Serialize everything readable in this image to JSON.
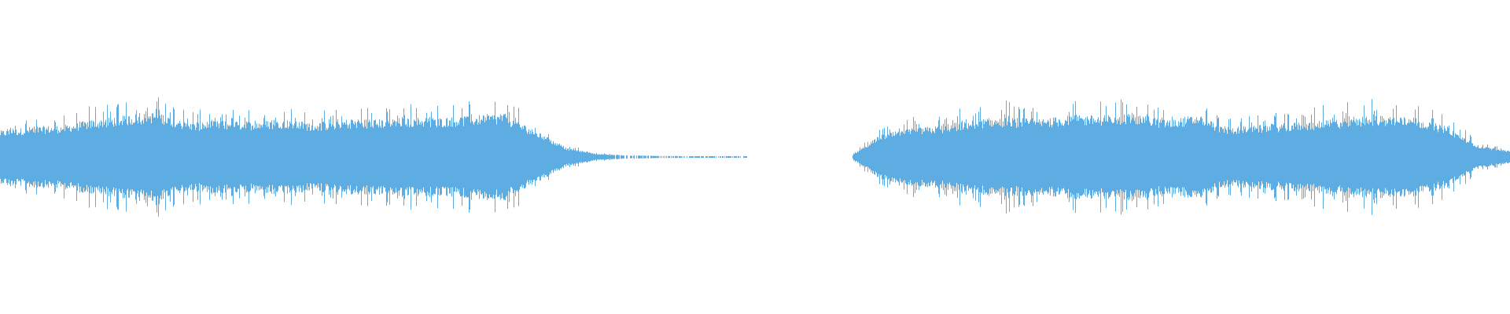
{
  "chart_data": {
    "type": "area",
    "title": "",
    "xlabel": "",
    "ylabel": "",
    "grid": false,
    "legend": "none",
    "color": "#5DADE2",
    "background": "#FFFFFF",
    "ylim": [
      -1,
      1
    ],
    "envelope_note_free": true,
    "amplitude_envelope": [
      0.35,
      0.4,
      0.42,
      0.5,
      0.55,
      0.6,
      0.45,
      0.48,
      0.47,
      0.5,
      0.45,
      0.5,
      0.5,
      0.52,
      0.52,
      0.55,
      0.58,
      0.35,
      0.12,
      0.04,
      0.02,
      0.015,
      0.01,
      0.005,
      0,
      0,
      0,
      0,
      0.3,
      0.38,
      0.42,
      0.5,
      0.52,
      0.5,
      0.55,
      0.55,
      0.58,
      0.5,
      0.55,
      0.4,
      0.42,
      0.45,
      0.48,
      0.52,
      0.55,
      0.52,
      0.4,
      0.15,
      0.08
    ]
  }
}
